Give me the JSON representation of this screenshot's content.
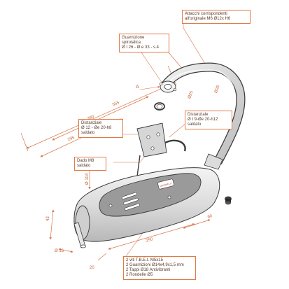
{
  "callouts": {
    "attacchi": {
      "lines": [
        "Attacchi corrispondenti",
        "all'originale M6 Ø12x H6"
      ]
    },
    "guarnizione": {
      "lines": [
        "Guarnizione",
        "spirotalica",
        "Ø I 26 - Ø e 33 - s.4"
      ]
    },
    "distanziale1": {
      "lines": [
        "Distanziale",
        "Ø I 9-Øe 20-h12",
        "saldato"
      ]
    },
    "distanziale2": {
      "lines": [
        "Distanziale",
        "Ø 12 - Øe 20-h8",
        "saldato"
      ]
    },
    "dado": {
      "lines": [
        "Dado M8",
        "saldato"
      ]
    },
    "kit": {
      "lines": [
        "2 viti T.B.E.I. M5x15",
        "2 Guarnizioni Ø14x4,9x1,5 mm",
        "2 Tappi Ø18 Antivibranti",
        "2 Rondelle Ø5"
      ]
    }
  },
  "dimensions": {
    "d555": "555",
    "d390": "390",
    "d295": "295",
    "d104": "Ø 104",
    "d25": "Ø25",
    "d28": "Ø28",
    "d43": "43",
    "d16": "Ø 16",
    "d250": "250",
    "d60": "60",
    "d20": "20",
    "arrowA": "A"
  },
  "brand": {
    "badge": "GIANNELLI"
  },
  "colors": {
    "line": "#3a3a3a",
    "dimension": "#d9744a",
    "body": "#e9e9e9",
    "cover": "#9a9a9a"
  }
}
